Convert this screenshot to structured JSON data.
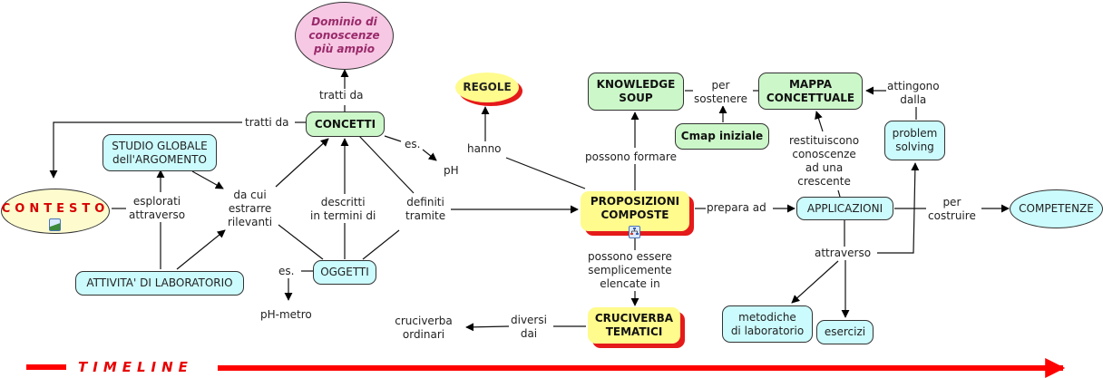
{
  "colors": {
    "cyan_node": "#ccfbfd",
    "green_node": "#ccf8c9",
    "yellow_node": "#fffb8d",
    "pink_node": "#f6c8e4",
    "context_node": "#fefccf",
    "accent_red": "#e80000",
    "pink_text": "#9a2a6a"
  },
  "nodes": {
    "dominio": "Dominio di\nconoscenze\npiù ampio",
    "concetti": "CONCETTI",
    "studio_globale": "STUDIO GLOBALE\ndell'ARGOMENTO",
    "contesto": "CONTESTO",
    "attivita_lab": "ATTIVITA' DI LABORATORIO",
    "oggetti": "OGGETTI",
    "ph": "pH",
    "ph_metro": "pH-metro",
    "regole": "REGOLE",
    "knowledge_soup": "KNOWLEDGE\nSOUP",
    "cmap_iniziale": "Cmap iniziale",
    "mappa_concettuale": "MAPPA\nCONCETTUALE",
    "problem_solving": "problem\nsolving",
    "proposizioni": "PROPOSIZIONI\nCOMPOSTE",
    "applicazioni": "APPLICAZIONI",
    "competenze": "COMPETENZE",
    "cruciverba_tematici": "CRUCIVERBA\nTEMATICI",
    "cruciverba_ordinari": "cruciverba\nordinari",
    "metodiche": "metodiche\ndi laboratorio",
    "esercizi": "esercizi"
  },
  "links": {
    "tratti_da_up": "tratti da",
    "tratti_da_left": "tratti da",
    "es_ph": "es.",
    "esplorati": "esplorati\nattraverso",
    "da_cui": "da cui\nestrarre\nrilevanti",
    "descritti": "descritti\nin termini di",
    "definiti": "definiti\ntramite",
    "es_phmetro": "es.",
    "hanno": "hanno",
    "possono_formare": "possono formare",
    "per_sostenere": "per\nsostenere",
    "restituiscono": "restituiscono\nconoscenze\nad una\ncrescente",
    "attingono": "attingono\ndalla",
    "prepara_ad": "prepara ad",
    "per_costruire": "per\ncostruire",
    "possono_essere": "possono essere\nsemplicemente\nelencate in",
    "diversi_dai": "diversi\ndai",
    "attraverso": "attraverso"
  },
  "timeline": {
    "label": "TIMELINE"
  },
  "icons": {
    "image_attachment": "image-icon",
    "submap_attachment": "concept-map-icon"
  }
}
